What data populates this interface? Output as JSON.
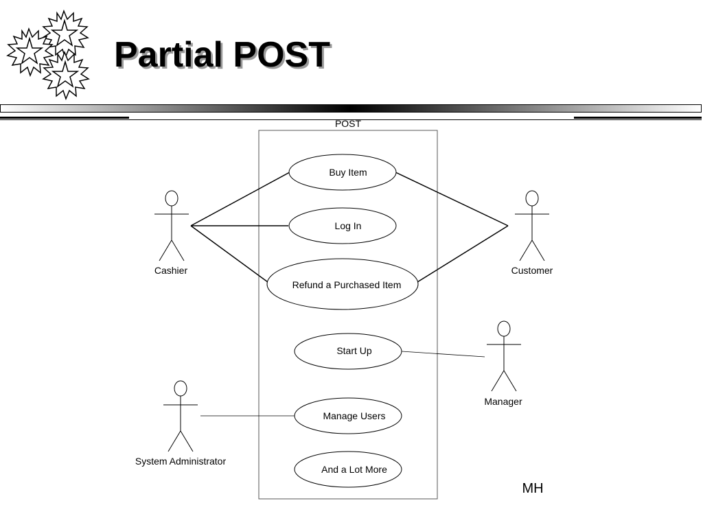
{
  "slide": {
    "title": "Partial POST",
    "footer": "MH"
  },
  "system": {
    "label": "POST"
  },
  "use_cases": [
    "Buy Item",
    "Log In",
    "Refund a Purchased Item",
    "Start Up",
    "Manage Users",
    "And a Lot More"
  ],
  "actors": [
    "Cashier",
    "Customer",
    "Manager",
    "System Administrator"
  ],
  "icons": {
    "logo": "stars-logo-icon",
    "actor": "stick-figure-icon"
  },
  "colors": {
    "ink": "#000000",
    "title_shadow": "#9a9a9a"
  }
}
